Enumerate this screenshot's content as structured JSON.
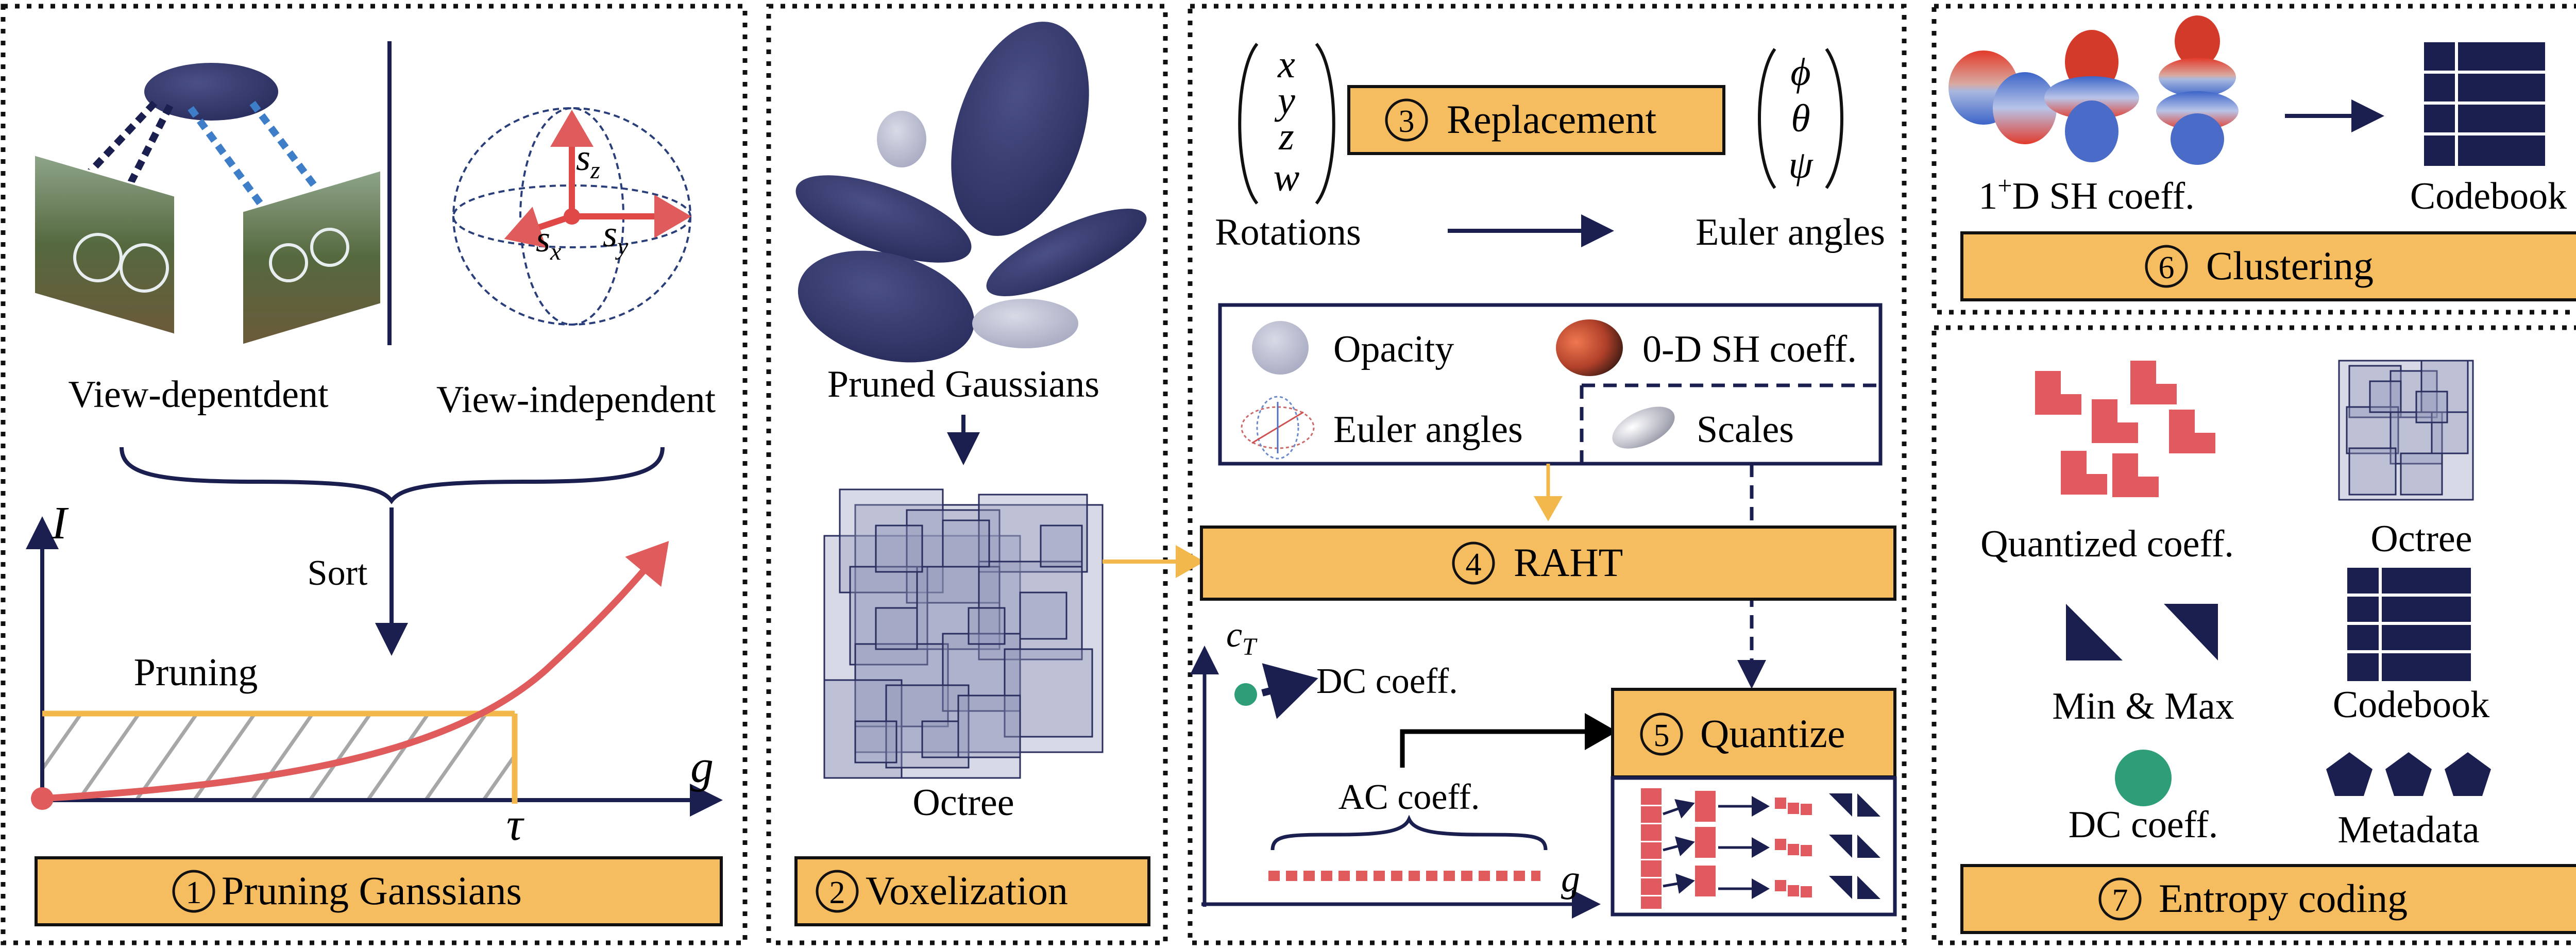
{
  "colors": {
    "navy": "#1b1f4f",
    "gaussian": "#353a6e",
    "label_fill": "#f6bd60",
    "red_curve": "#e05b5b",
    "coral": "#e05a5f",
    "hatch": "#a7a7a7",
    "teal": "#2e9e78",
    "orange_line": "#f2b84b"
  },
  "panel1": {
    "view_dependent": "View-depentdent",
    "view_independent": "View-independent",
    "sort": "Sort",
    "pruning": "Pruning",
    "axis_y": "I",
    "axis_x": "g",
    "tau": "τ",
    "scale_z": "s",
    "scale_z_sub": "z",
    "scale_x": "s",
    "scale_x_sub": "x",
    "scale_y": "s",
    "scale_y_sub": "y",
    "step_num": "1",
    "step_title": "Pruning Ganssians"
  },
  "panel2": {
    "pruned": "Pruned Gaussians",
    "octree": "Octree",
    "step_num": "2",
    "step_title": "Voxelization"
  },
  "panel3": {
    "vec_left": [
      "x",
      "y",
      "z",
      "w"
    ],
    "vec_right": [
      "ϕ",
      "θ",
      "ψ"
    ],
    "rotations": "Rotations",
    "euler": "Euler angles",
    "step3_num": "3",
    "step3_title": "Replacement",
    "legend": {
      "opacity": "Opacity",
      "sh0": "0-D SH coeff.",
      "euler": "Euler angles",
      "scales": "Scales"
    },
    "step4_num": "4",
    "step4_title": "RAHT",
    "axis_c": "c",
    "axis_c_sub": "T",
    "axis_g": "g",
    "dc": "DC coeff.",
    "ac": "AC coeff.",
    "step5_num": "5",
    "step5_title": "Quantize"
  },
  "panel6": {
    "sh_label_pre": "1",
    "sh_label_sup": "+",
    "sh_label_post": "D SH coeff.",
    "codebook": "Codebook",
    "step_num": "6",
    "step_title": "Clustering"
  },
  "panel7": {
    "quantized": "Quantized coeff.",
    "octree": "Octree",
    "minmax": "Min & Max",
    "codebook": "Codebook",
    "dc": "DC coeff.",
    "metadata": "Metadata",
    "step_num": "7",
    "step_title": "Entropy coding"
  }
}
